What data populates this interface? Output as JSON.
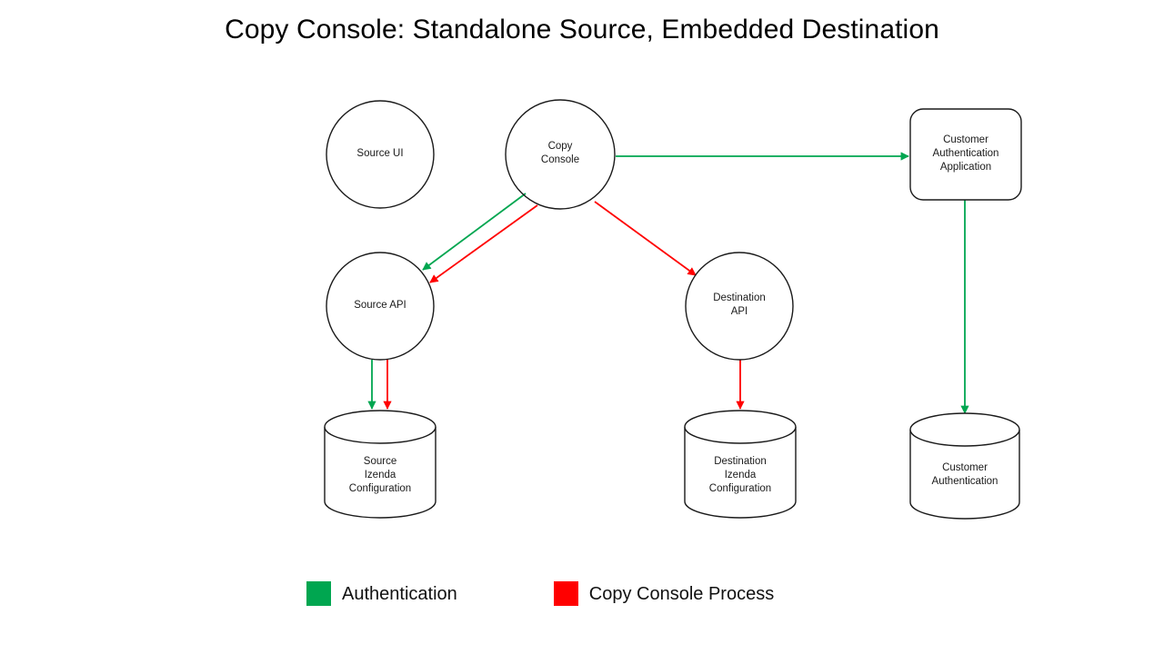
{
  "title": "Copy Console: Standalone Source, Embedded Destination",
  "colors": {
    "authentication": "#00A650",
    "copy_console_process": "#FF0000",
    "shape_stroke": "#1a1a1a",
    "shape_fill": "#ffffff",
    "text": "#1a1a1a",
    "background": "#ffffff"
  },
  "nodes": [
    {
      "id": "source-ui",
      "label": "Source UI",
      "shape": "circle"
    },
    {
      "id": "copy-console",
      "label": "Copy\nConsole",
      "shape": "circle"
    },
    {
      "id": "customer-authentication-application",
      "label": "Customer\nAuthentication\nApplication",
      "shape": "rounded-rectangle"
    },
    {
      "id": "source-api",
      "label": "Source API",
      "shape": "circle"
    },
    {
      "id": "destination-api",
      "label": "Destination\nAPI",
      "shape": "circle"
    },
    {
      "id": "source-izenda-configuration",
      "label": "Source\nIzenda\nConfiguration",
      "shape": "cylinder"
    },
    {
      "id": "destination-izenda-configuration",
      "label": "Destination\nIzenda\nConfiguration",
      "shape": "cylinder"
    },
    {
      "id": "customer-authentication",
      "label": "Customer\nAuthentication",
      "shape": "cylinder"
    }
  ],
  "edges": [
    {
      "id": "copy-console-to-customer-auth-app",
      "from": "copy-console",
      "to": "customer-authentication-application",
      "category": "authentication"
    },
    {
      "id": "copy-console-to-source-api-auth",
      "from": "copy-console",
      "to": "source-api",
      "category": "authentication"
    },
    {
      "id": "copy-console-to-source-api-process",
      "from": "copy-console",
      "to": "source-api",
      "category": "copy_console_process"
    },
    {
      "id": "copy-console-to-destination-api",
      "from": "copy-console",
      "to": "destination-api",
      "category": "copy_console_process"
    },
    {
      "id": "source-api-to-source-config-auth",
      "from": "source-api",
      "to": "source-izenda-configuration",
      "category": "authentication"
    },
    {
      "id": "source-api-to-source-config-process",
      "from": "source-api",
      "to": "source-izenda-configuration",
      "category": "copy_console_process"
    },
    {
      "id": "destination-api-to-destination-config",
      "from": "destination-api",
      "to": "destination-izenda-configuration",
      "category": "copy_console_process"
    },
    {
      "id": "customer-auth-app-to-customer-auth-db",
      "from": "customer-authentication-application",
      "to": "customer-authentication",
      "category": "authentication"
    }
  ],
  "legend": {
    "items": [
      {
        "id": "authentication",
        "label": "Authentication",
        "color": "#00A650"
      },
      {
        "id": "copy-console-process",
        "label": "Copy Console Process",
        "color": "#FF0000"
      }
    ]
  }
}
